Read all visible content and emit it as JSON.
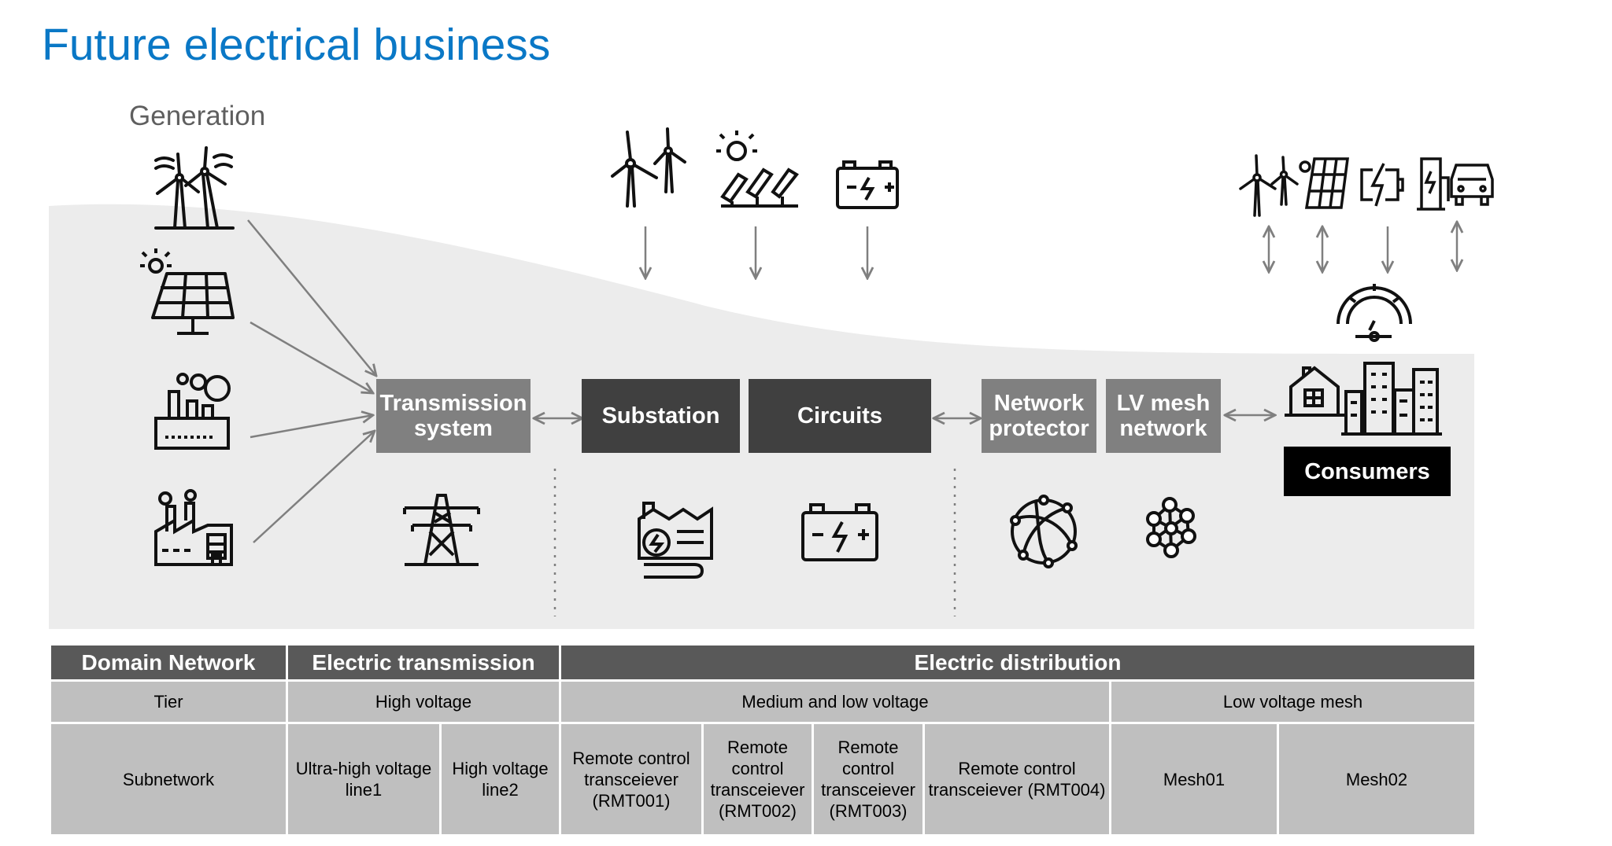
{
  "title": "Future electrical business",
  "generation_label": "Generation",
  "nodes": {
    "transmission": "Transmission system",
    "substation": "Substation",
    "circuits": "Circuits",
    "network_protector": "Network protector",
    "lv_mesh": "LV mesh network",
    "consumers": "Consumers"
  },
  "icons": {
    "generation": [
      "wind-farm-icon",
      "solar-panel-icon",
      "power-plant-icon",
      "factory-icon"
    ],
    "distributed_generation": [
      "wind-turbine-icon",
      "solar-array-icon",
      "battery-icon"
    ],
    "consumer_resources": [
      "wind-turbine-icon",
      "solar-panel-icon",
      "battery-charging-icon",
      "ev-charging-icon"
    ],
    "under_nodes": [
      "transmission-tower-icon",
      "substation-icon",
      "battery-icon",
      "globe-network-icon",
      "mesh-network-icon"
    ],
    "consumers": [
      "speedometer-icon",
      "house-icon",
      "city-buildings-icon"
    ]
  },
  "colors": {
    "title": "#0a78c6",
    "node_gray": "#808080",
    "node_dark": "#404040",
    "header_fill": "#595959",
    "cell_fill": "#bfbfbf",
    "background_band": "#ececec"
  },
  "table": {
    "header": {
      "domain_network": "Domain Network",
      "electric_transmission": "Electric transmission",
      "electric_distribution": "Electric distribution"
    },
    "tier": {
      "label": "Tier",
      "high_voltage": "High voltage",
      "medium_low_voltage": "Medium and low voltage",
      "low_voltage_mesh": "Low voltage mesh"
    },
    "subnetwork": {
      "label": "Subnetwork",
      "cells": [
        "Ultra-high voltage line1",
        "High voltage line2",
        "Remote control transceiever (RMT001)",
        "Remote control transceiever (RMT002)",
        "Remote control transceiever (RMT003)",
        "Remote control transceiever (RMT004)",
        "Mesh01",
        "Mesh02"
      ]
    }
  }
}
